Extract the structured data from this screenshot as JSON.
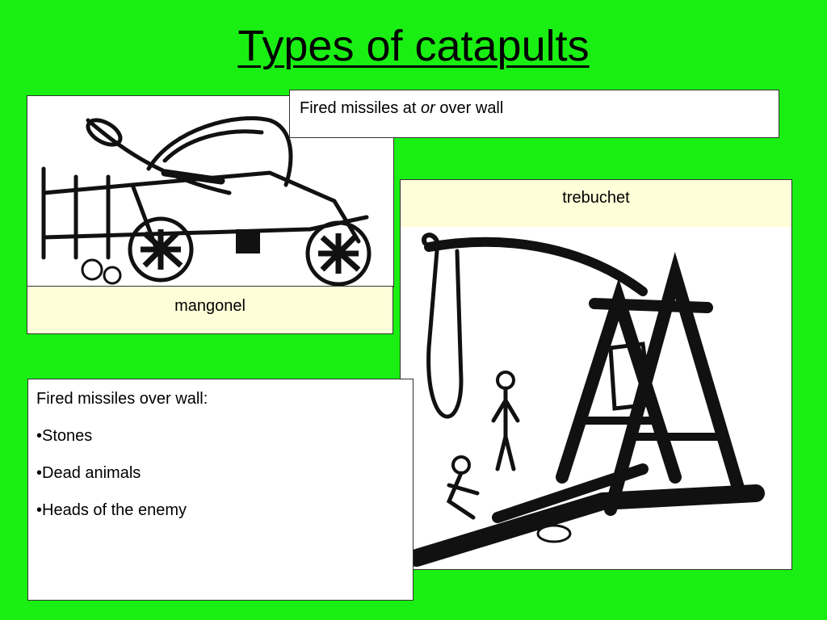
{
  "title": "Types of catapults",
  "mangonel": {
    "caption": "mangonel",
    "image_icon": "mangonel-drawing"
  },
  "fired_either": {
    "prefix": "Fired missiles at",
    "emphasis": "or",
    "suffix": "over wall"
  },
  "trebuchet": {
    "caption": "trebuchet",
    "image_icon": "trebuchet-drawing"
  },
  "fired_over": {
    "heading": "Fired missiles over wall:",
    "items": [
      "•Stones",
      "•Dead animals",
      "•Heads of the enemy"
    ]
  },
  "colors": {
    "background": "#1aef13",
    "caption_fill": "#fefed8",
    "box_fill": "#ffffff"
  }
}
